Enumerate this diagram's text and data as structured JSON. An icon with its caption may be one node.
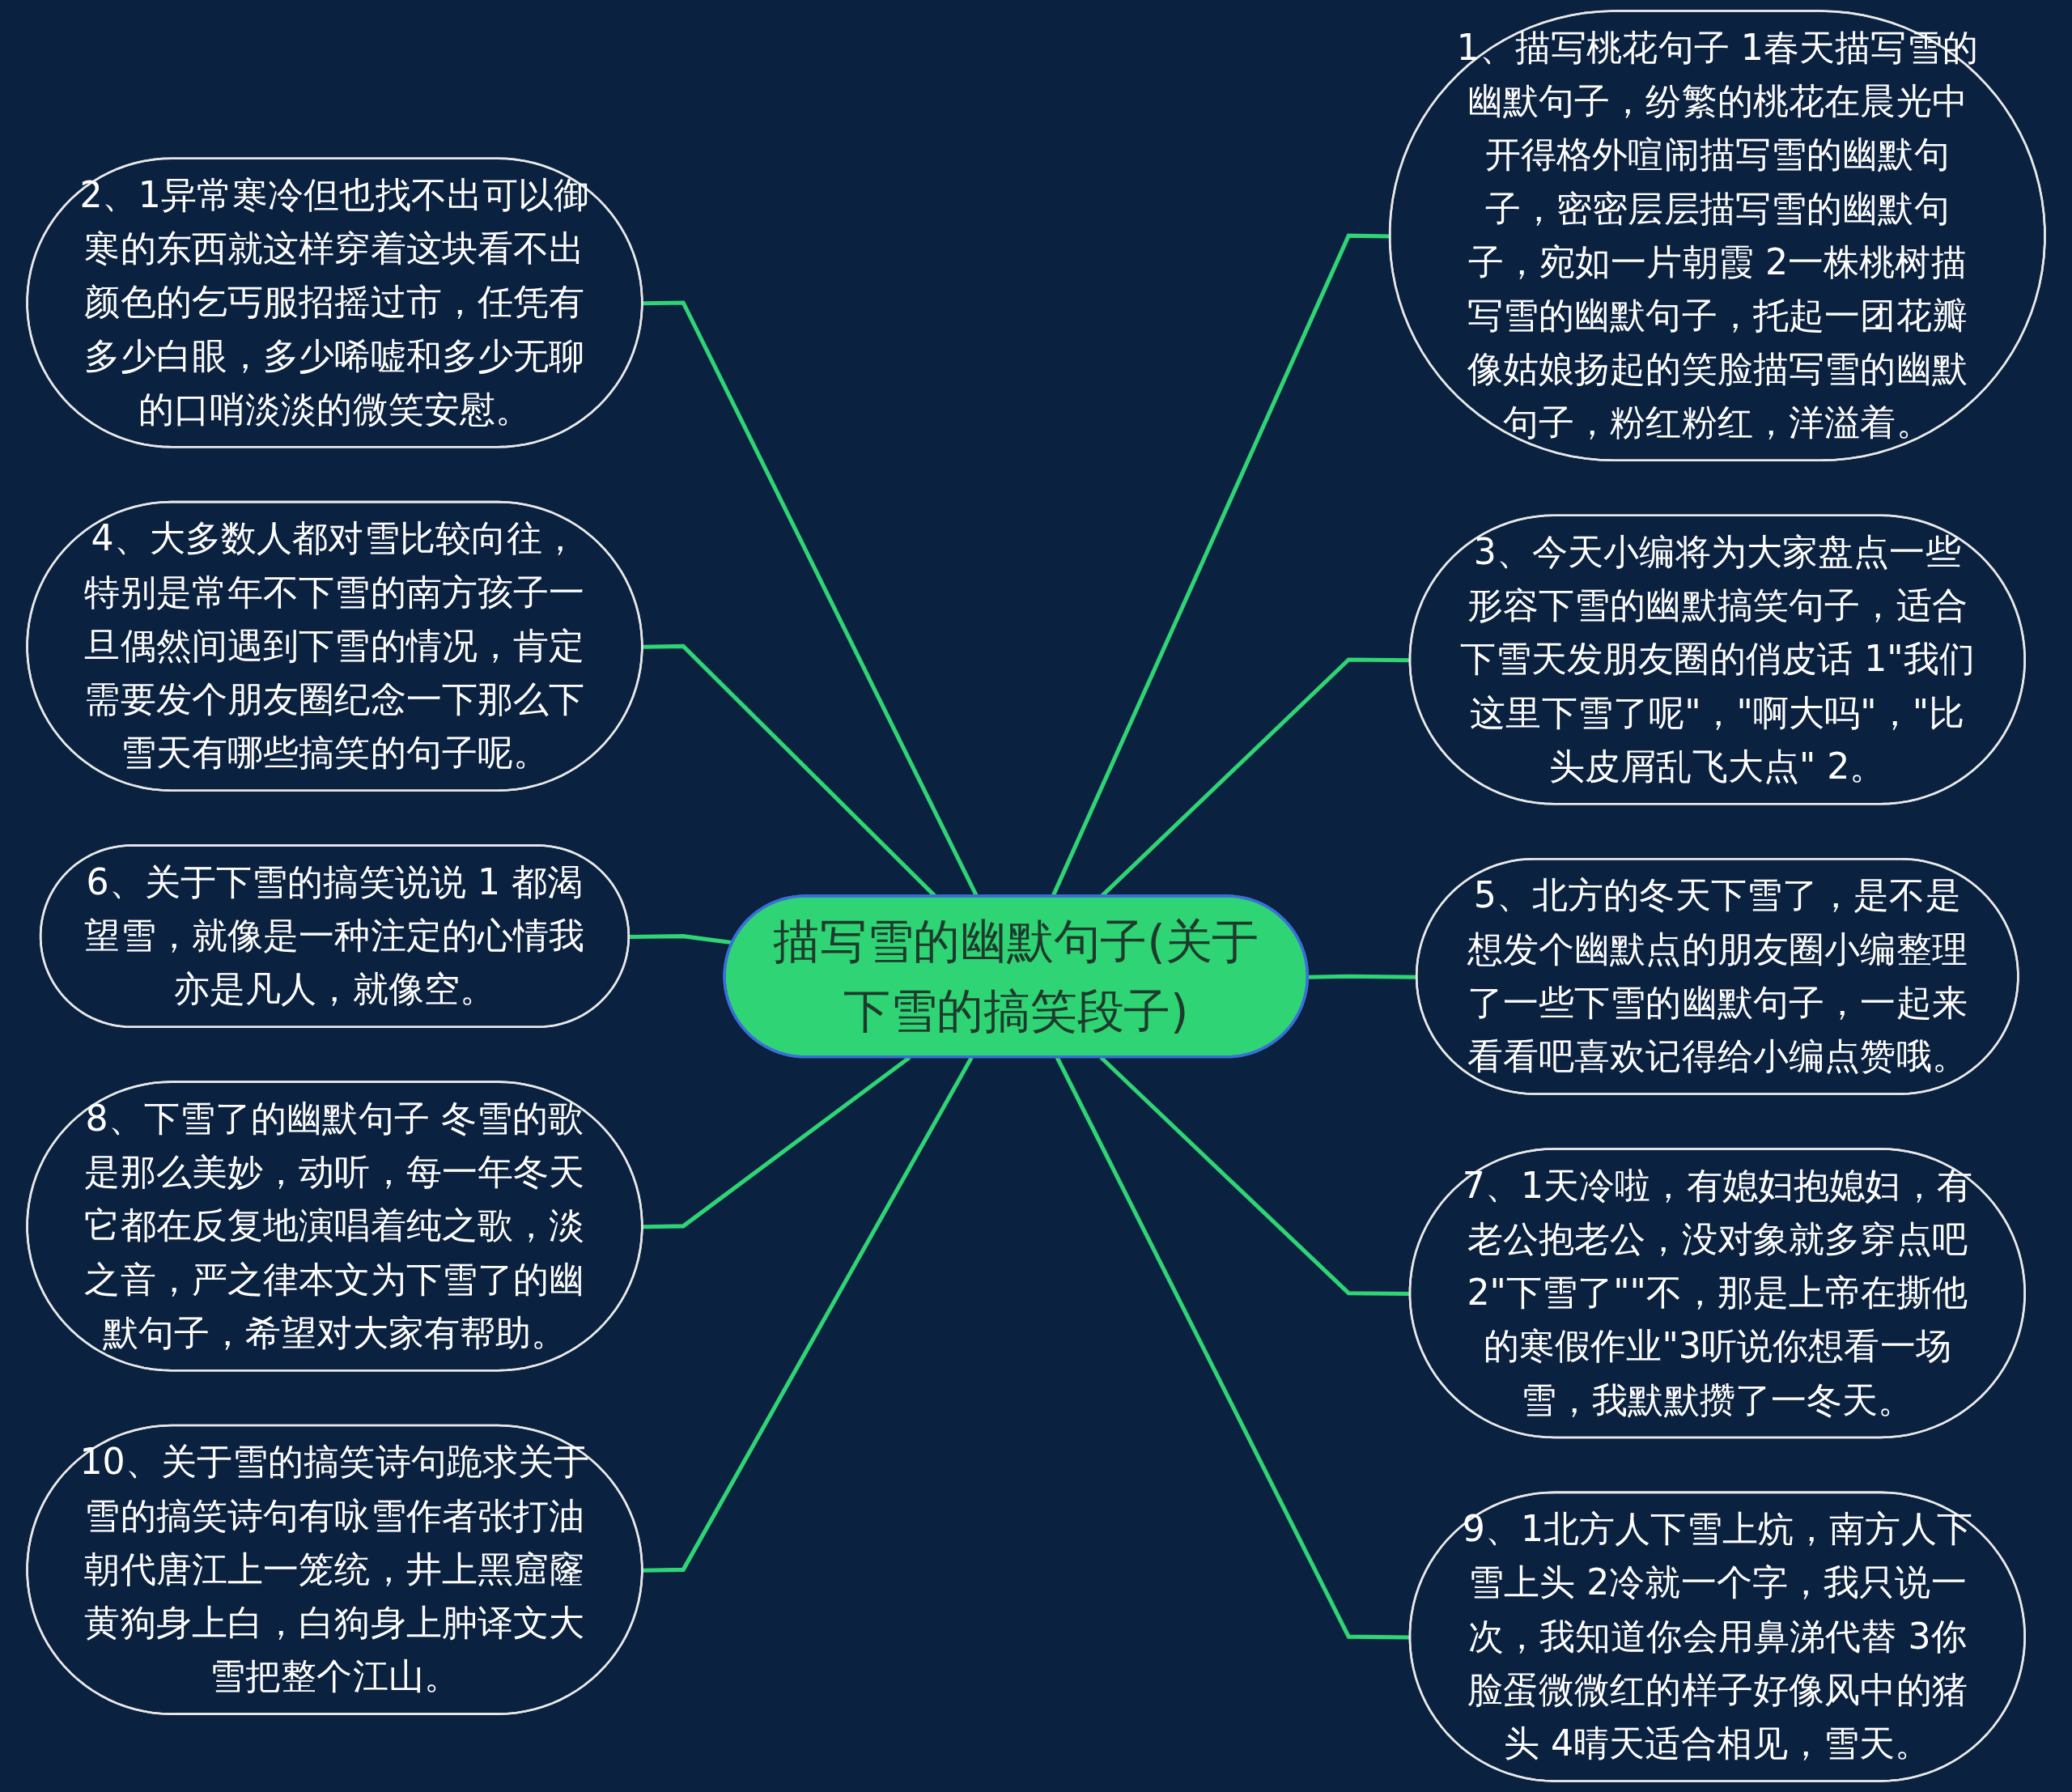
{
  "diagram": {
    "nodes": [
      {
        "text": [
          "描写雪的幽默句子(关于下雪的搞笑段子)"
        ]
      },
      {
        "text": [
          "1、描写桃花句子 1春天描写雪的幽默句子，纷繁的桃花在晨光中开得格外喧闹描写雪的幽默句子，密密层层描写雪的幽默句子，宛如一片朝霞 2一株桃树描写雪的幽默句子，托起一团花瓣像姑娘扬起的笑脸描写雪的幽默句子，粉红粉红，洋溢着。"
        ]
      },
      {
        "text": [
          "2、1异常寒冷但也找不出可以御寒的东西就这样穿着这块看不出颜色的乞丐服招摇过市，任凭有多少白眼，多少唏嘘和多少无聊的口哨淡淡的微笑安慰。"
        ]
      },
      {
        "text": [
          "3、今天小编将为大家盘点一些形容下雪的幽默搞笑句子，适合下雪天发朋友圈的俏皮话 1\"我们这里下雪了呢\"，\"啊大吗\"，\"比头皮屑乱飞大点\" 2。"
        ]
      },
      {
        "text": [
          "4、大多数人都对雪比较向往，特别是常年不下雪的南方孩子一旦偶然间遇到下雪的情况，肯定需要发个朋友圈纪念一下那么下雪天有哪些搞笑的句子呢。"
        ]
      },
      {
        "text": [
          "5、北方的冬天下雪了，是不是想发个幽默点的朋友圈小编整理了一些下雪的幽默句子，一起来看看吧喜欢记得给小编点赞哦。"
        ]
      },
      {
        "text": [
          "6、关于下雪的搞笑说说 1 都渴望雪，就像是一种注定的心情我亦是凡人，就像空。"
        ]
      },
      {
        "text": [
          "7、1天冷啦，有媳妇抱媳妇，有老公抱老公，没对象就多穿点吧2\"下雪了\"\"不，那是上帝在撕他的寒假作业\"3听说你想看一场雪，我默默攒了一冬天。"
        ]
      },
      {
        "text": [
          "8、下雪了的幽默句子 冬雪的歌是那么美妙，动听，每一年冬天它都在反复地演唱着纯之歌，淡之音，严之律本文为下雪了的幽默句子，希望对大家有帮助。"
        ]
      },
      {
        "text": [
          "9、1北方人下雪上炕，南方人下雪上头 2冷就一个字，我只说一次，我知道你会用鼻涕代替 3你脸蛋微微红的样子好像风中的猪头 4晴天适合相见，雪天。"
        ]
      },
      {
        "text": [
          "10、关于雪的搞笑诗句跪求关于雪的搞笑诗句有咏雪作者张打油朝代唐江上一笼统，井上黑窟窿黄狗身上白，白狗身上肿译文大雪把整个江山。"
        ]
      }
    ],
    "edges": [
      {
        "from": 0,
        "to": 1,
        "arrow": "none"
      },
      {
        "from": 2,
        "to": 0,
        "arrow": "none"
      },
      {
        "from": 0,
        "to": 3,
        "arrow": "none"
      },
      {
        "from": 4,
        "to": 0,
        "arrow": "none"
      },
      {
        "from": 0,
        "to": 5,
        "arrow": "none"
      },
      {
        "from": 6,
        "to": 0,
        "arrow": "none"
      },
      {
        "from": 0,
        "to": 7,
        "arrow": "none"
      },
      {
        "from": 8,
        "to": 0,
        "arrow": "none"
      },
      {
        "from": 0,
        "to": 9,
        "arrow": "none"
      },
      {
        "from": 10,
        "to": 0,
        "arrow": "none"
      }
    ]
  }
}
